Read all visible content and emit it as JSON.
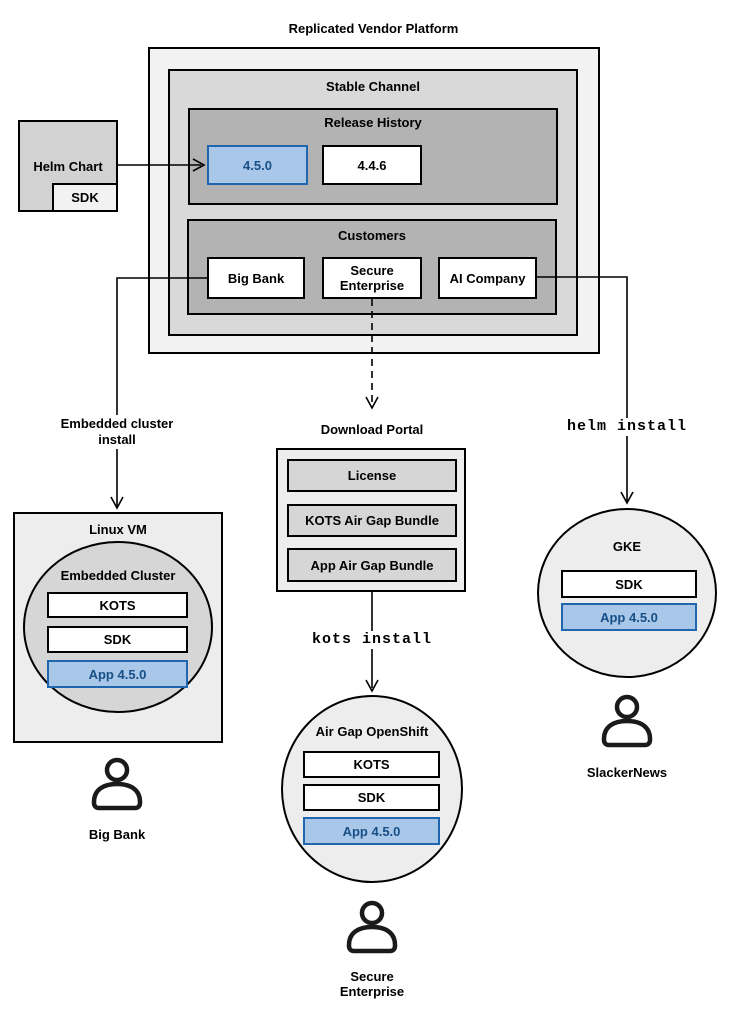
{
  "colors": {
    "platform_bg": "#f2f2f2",
    "channel_bg": "#d9d9d9",
    "group_bg": "#b3b3b3",
    "node_bg": "#ffffff",
    "light_bg": "#ededed",
    "item_bg": "#d6d6d6",
    "helm_bg": "#d2d2d2",
    "blue_bg": "#a9c7e8",
    "blue_border": "#1f66ad",
    "blue_text": "#174f87",
    "line": "#000000"
  },
  "platform": {
    "title": "Replicated Vendor Platform",
    "channel": {
      "title": "Stable Channel",
      "release_history": {
        "title": "Release History",
        "current_release": "4.5.0",
        "previous_release": "4.4.6"
      },
      "customers": {
        "title": "Customers",
        "big_bank": "Big Bank",
        "secure_enterprise": "Secure Enterprise",
        "ai_company": "AI Company"
      }
    }
  },
  "helm_chart": {
    "label": "Helm Chart",
    "sdk": "SDK"
  },
  "edges": {
    "embedded_cluster_install": "Embedded cluster install",
    "kots_install": "kots install",
    "helm_install": "helm install"
  },
  "download_portal": {
    "title": "Download Portal",
    "items": [
      "License",
      "KOTS Air Gap Bundle",
      "App Air Gap Bundle"
    ]
  },
  "linux_vm": {
    "title": "Linux VM",
    "embedded_cluster": {
      "title": "Embedded Cluster",
      "kots": "KOTS",
      "sdk": "SDK",
      "app": "App 4.5.0"
    }
  },
  "air_gap_openshift": {
    "title": "Air Gap OpenShift",
    "kots": "KOTS",
    "sdk": "SDK",
    "app": "App 4.5.0"
  },
  "gke": {
    "title": "GKE",
    "sdk": "SDK",
    "app": "App 4.5.0"
  },
  "users": {
    "big_bank": "Big Bank",
    "secure_enterprise": "Secure Enterprise",
    "slackernews": "SlackerNews"
  }
}
